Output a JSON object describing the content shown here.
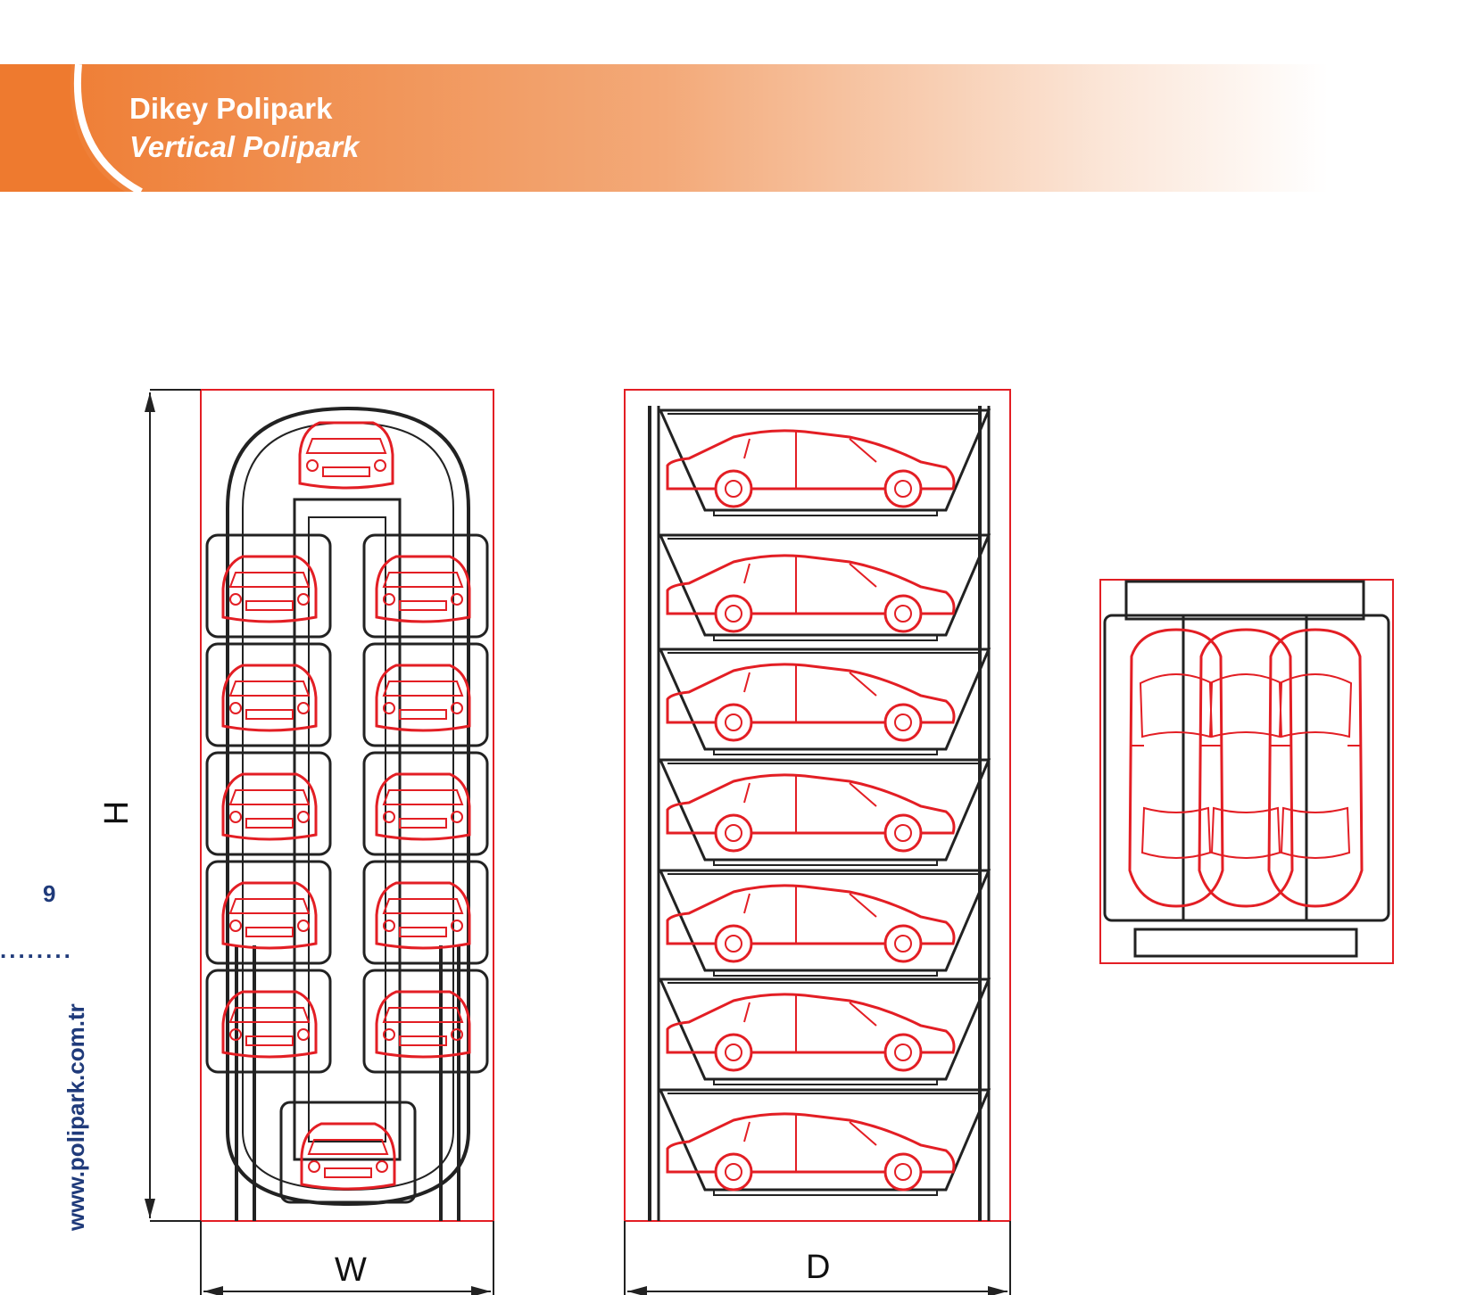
{
  "header": {
    "title_tr": "Dikey Polipark",
    "title_en": "Vertical Polipark",
    "accent_color": "#ee7a2f"
  },
  "sidebar": {
    "page_number": "9",
    "dots": "........",
    "website": "www.polipark.com.tr",
    "text_color": "#1f3a7a"
  },
  "drawings": {
    "line_color": "#e31e24",
    "front_view": {
      "dimension_height_label": "H",
      "dimension_width_label": "W"
    },
    "side_view": {
      "dimension_depth_label": "D"
    },
    "top_view": {}
  }
}
